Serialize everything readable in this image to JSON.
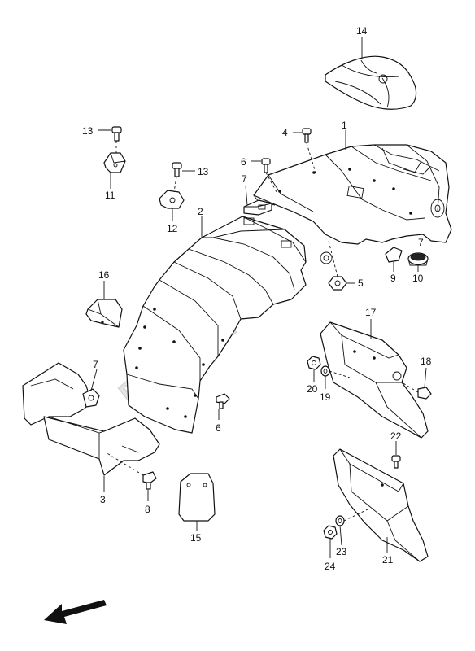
{
  "watermark": {
    "text": "PartsRepublik",
    "color": "#d9d9d9"
  },
  "parts": [
    {
      "id": "p1",
      "label": "1"
    },
    {
      "id": "p2",
      "label": "2"
    },
    {
      "id": "p3",
      "label": "3"
    },
    {
      "id": "p4",
      "label": "4"
    },
    {
      "id": "p5",
      "label": "5"
    },
    {
      "id": "p6a",
      "label": "6"
    },
    {
      "id": "p6b",
      "label": "6"
    },
    {
      "id": "p7a",
      "label": "7"
    },
    {
      "id": "p7b",
      "label": "7"
    },
    {
      "id": "p7c",
      "label": "7"
    },
    {
      "id": "p8",
      "label": "8"
    },
    {
      "id": "p9",
      "label": "9"
    },
    {
      "id": "p10",
      "label": "10"
    },
    {
      "id": "p11",
      "label": "11"
    },
    {
      "id": "p12",
      "label": "12"
    },
    {
      "id": "p13a",
      "label": "13"
    },
    {
      "id": "p13b",
      "label": "13"
    },
    {
      "id": "p14",
      "label": "14"
    },
    {
      "id": "p15",
      "label": "15"
    },
    {
      "id": "p16",
      "label": "16"
    },
    {
      "id": "p17",
      "label": "17"
    },
    {
      "id": "p18",
      "label": "18"
    },
    {
      "id": "p19",
      "label": "19"
    },
    {
      "id": "p20",
      "label": "20"
    },
    {
      "id": "p21",
      "label": "21"
    },
    {
      "id": "p22",
      "label": "22"
    },
    {
      "id": "p23",
      "label": "23"
    },
    {
      "id": "p24",
      "label": "24"
    }
  ],
  "icons": {
    "direction_arrow": "arrow-front-left-icon"
  }
}
